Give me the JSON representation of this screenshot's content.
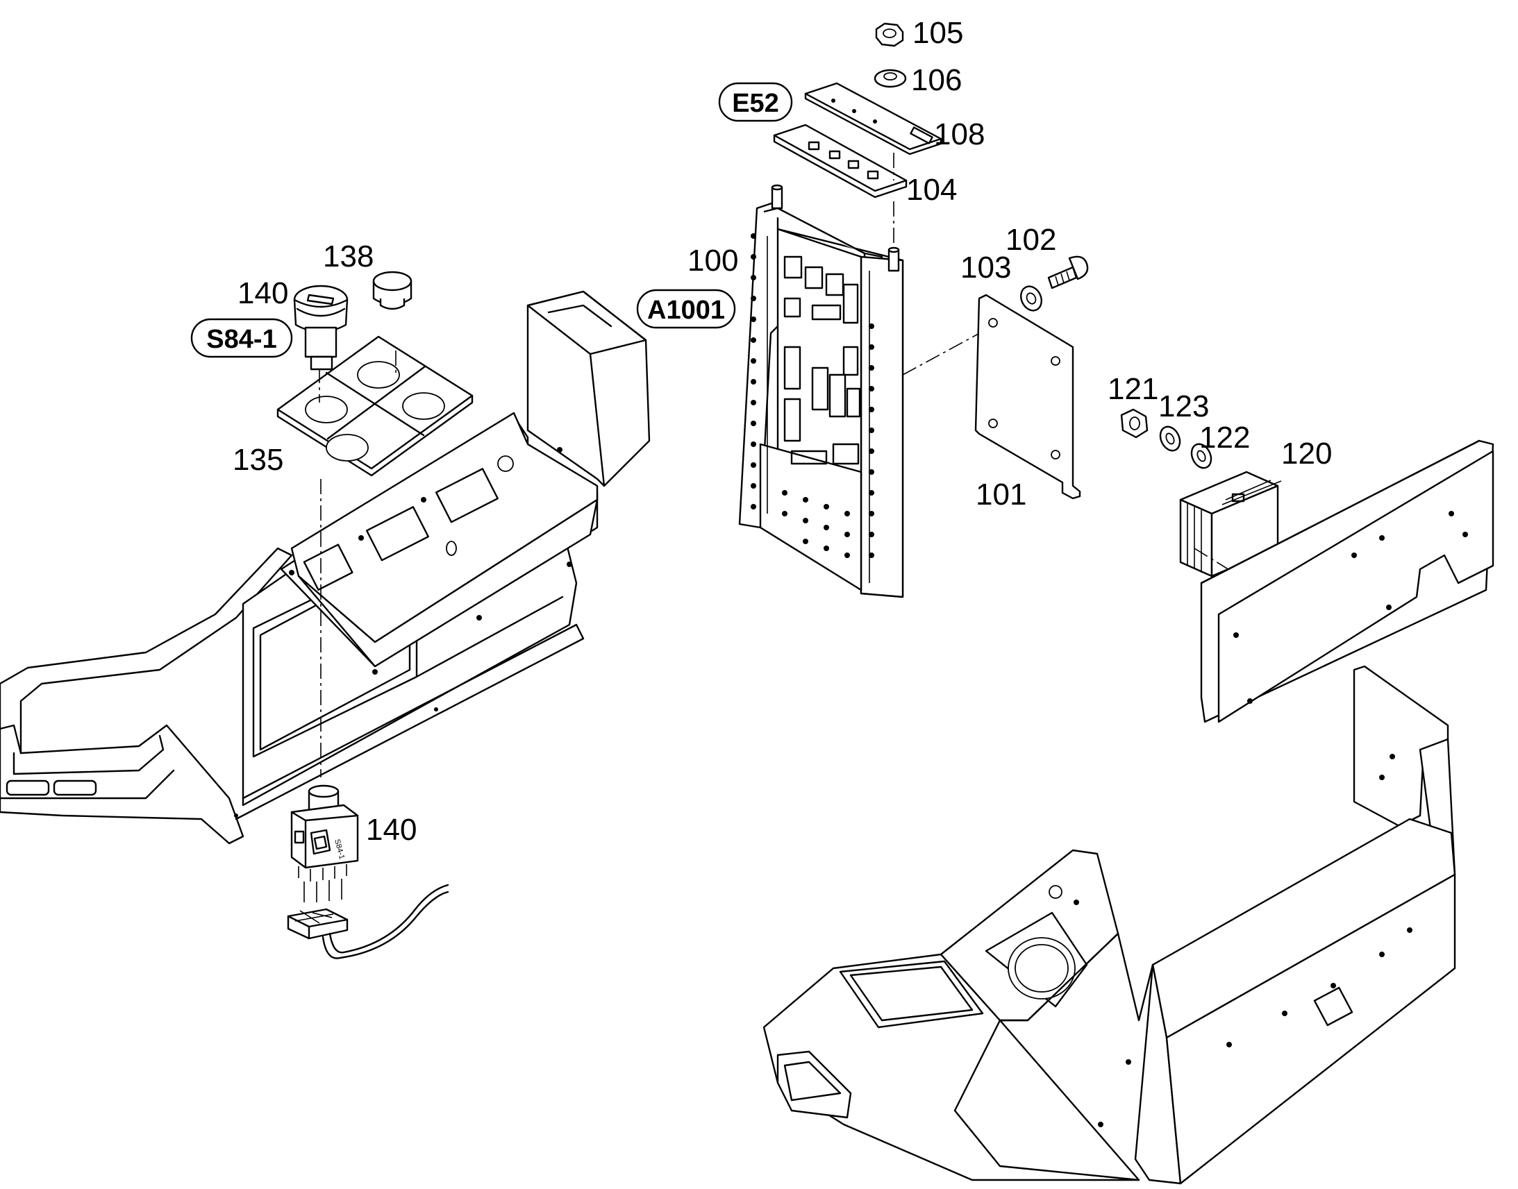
{
  "callouts": {
    "c100": "100",
    "c101": "101",
    "c102": "102",
    "c103": "103",
    "c104": "104",
    "c105": "105",
    "c106": "106",
    "c108": "108",
    "c120": "120",
    "c121": "121",
    "c122": "122",
    "c123": "123",
    "c135": "135",
    "c138": "138",
    "c140_top": "140",
    "c140_bottom": "140"
  },
  "reference_tags": {
    "e52": "E52",
    "a1001": "A1001",
    "s84_1": "S84-1"
  }
}
